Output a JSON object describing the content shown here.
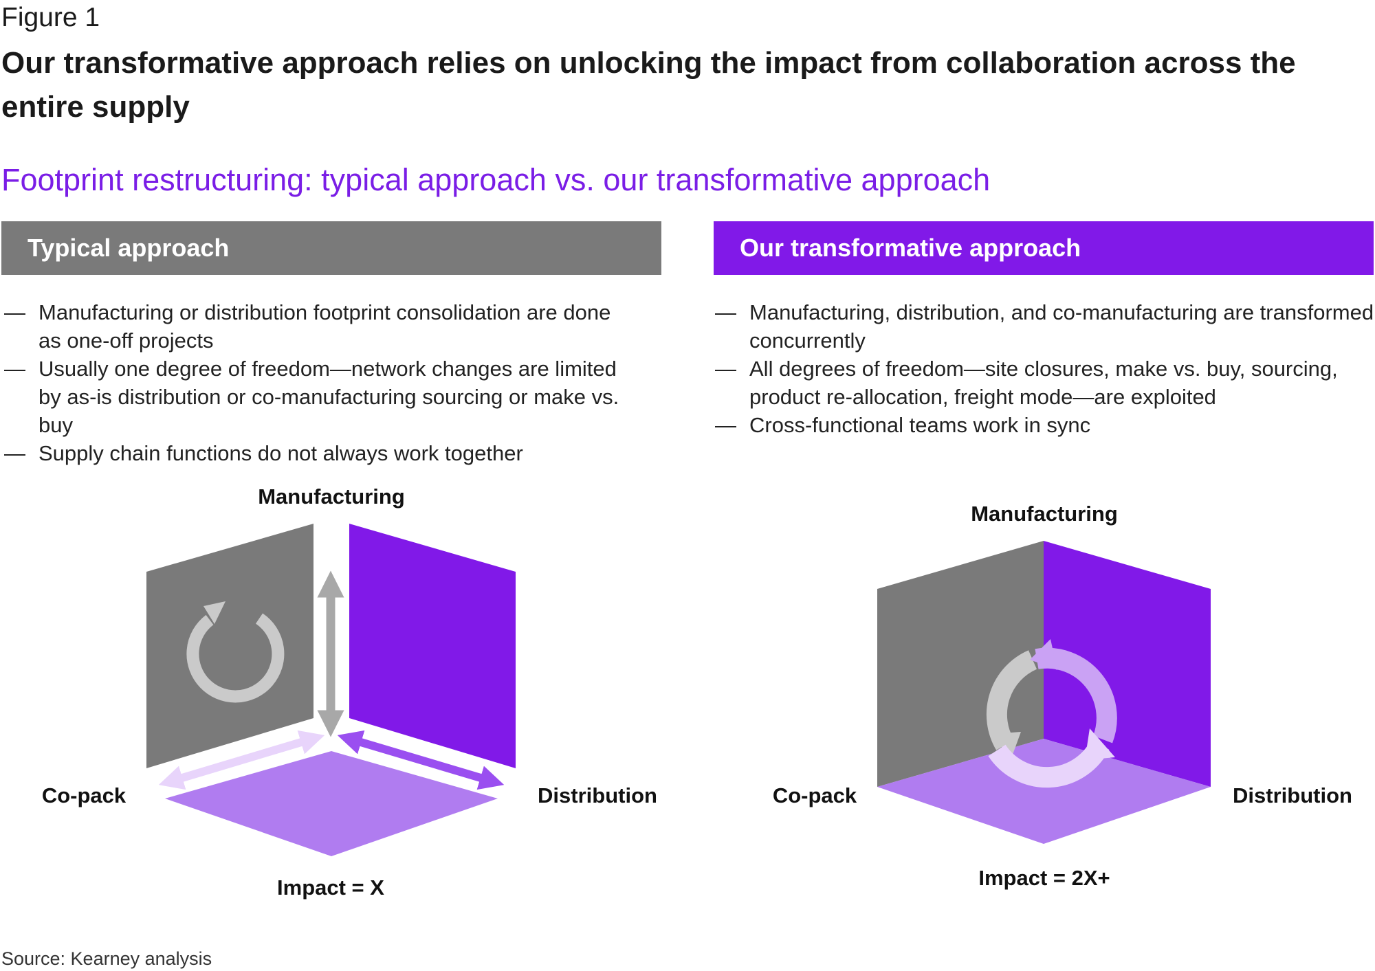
{
  "figure_label": "Figure 1",
  "title": "Our transformative approach relies on unlocking the impact from collaboration across the entire supply",
  "subtitle": "Footprint restructuring: typical approach vs. our transformative approach",
  "colors": {
    "purple": "#8119e8",
    "gray": "#7a7a7a",
    "light_purple": "#b07cf0",
    "lavender": "#e8d4fb",
    "light_gray": "#c8c8c8"
  },
  "left": {
    "header": "Typical approach",
    "bullets": [
      "Manufacturing or distribution footprint consolidation are done as one-off projects",
      "Usually one degree of freedom—network changes are limited by as-is distribution or co-manufacturing sourcing or make vs. buy",
      "Supply chain functions do not always work together"
    ],
    "diagram": {
      "label_top": "Manufacturing",
      "label_left": "Co-pack",
      "label_right": "Distribution",
      "label_bottom": "Impact = X"
    }
  },
  "right": {
    "header": "Our transformative approach",
    "bullets": [
      "Manufacturing, distribution, and co-manufacturing are transformed concurrently",
      "All degrees of freedom—site closures, make vs. buy, sourcing, product re-allocation, freight mode—are exploited",
      "Cross-functional teams work in sync"
    ],
    "diagram": {
      "label_top": "Manufacturing",
      "label_left": "Co-pack",
      "label_right": "Distribution",
      "label_bottom": "Impact = 2X+"
    }
  },
  "source": "Source: Kearney analysis"
}
